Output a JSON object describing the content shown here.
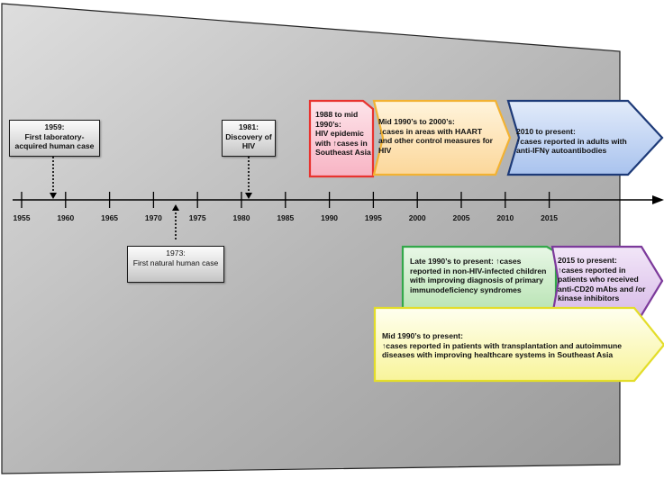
{
  "timeline": {
    "ticks": [
      "1955",
      "1960",
      "1965",
      "1970",
      "1975",
      "1980",
      "1985",
      "1990",
      "1995",
      "2000",
      "2005",
      "2010",
      "2015"
    ]
  },
  "markers": {
    "first_lab_case": {
      "year": "1959:",
      "text": "First laboratory-acquired human case"
    },
    "discovery_hiv": {
      "year": "1981:",
      "text": "Discovery of HIV"
    },
    "first_natural_case": {
      "year": "1973:",
      "text": "First natural human case"
    }
  },
  "periods": {
    "hiv_epidemic": {
      "heading": "1988 to mid 1990’s:",
      "body": "HIV epidemic with ↑cases in Southeast Asia",
      "color": "#e8332f"
    },
    "haart": {
      "heading": "Mid 1990’s to 2000’s:",
      "body": "↓cases in areas with HAART and other control measures for HIV",
      "color": "#f2b233"
    },
    "anti_ifn": {
      "heading": "2010 to present:",
      "body": "↑cases reported in adults with anti-IFNγ autoantibodies",
      "color": "#3a64b8"
    },
    "non_hiv_children": {
      "heading": "Late 1990’s to present:",
      "body": "↑cases reported in non-HIV-infected children with improving diagnosis of primary immunodeficiency syndromes",
      "color": "#33a84a"
    },
    "anti_cd20": {
      "heading": "2015 to present:",
      "body": "↑cases reported in patients who received anti-CD20 mAbs and /or kinase inhibitors",
      "color": "#7c3a9b"
    },
    "transplant": {
      "heading": "Mid 1990’s to present:",
      "body": "↑cases reported in patients with transplantation and autoimmune diseases with improving healthcare systems in Southeast Asia",
      "color": "#e3dd2a"
    }
  }
}
